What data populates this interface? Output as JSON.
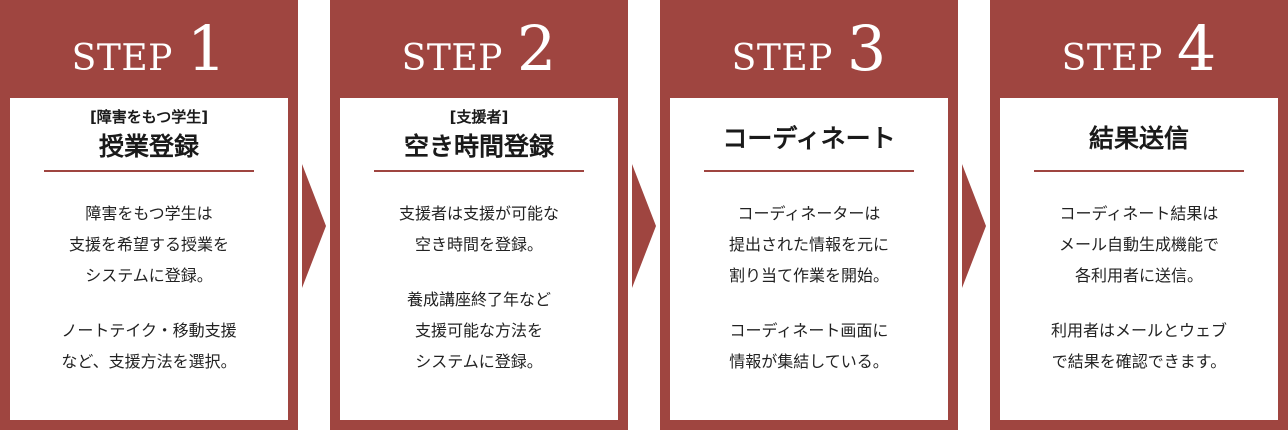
{
  "colors": {
    "accent": "#9f4540",
    "card": "#ffffff",
    "text": "#222222"
  },
  "steps": [
    {
      "label": "STEP",
      "number": "1",
      "subtitle": "[障害をもつ学生]",
      "title": "授業登録",
      "paragraphs": [
        [
          "障害をもつ学生は",
          "支援を希望する授業を",
          "システムに登録。"
        ],
        [
          "ノートテイク・移動支援",
          "など、支援方法を選択。"
        ]
      ]
    },
    {
      "label": "STEP",
      "number": "2",
      "subtitle": "[支援者]",
      "title": "空き時間登録",
      "paragraphs": [
        [
          "支援者は支援が可能な",
          "空き時間を登録。"
        ],
        [
          "養成講座終了年など",
          "支援可能な方法を",
          "システムに登録。"
        ]
      ]
    },
    {
      "label": "STEP",
      "number": "3",
      "subtitle": "",
      "title": "コーディネート",
      "paragraphs": [
        [
          "コーディネーターは",
          "提出された情報を元に",
          "割り当て作業を開始。"
        ],
        [
          "コーディネート画面に",
          "情報が集結している。"
        ]
      ]
    },
    {
      "label": "STEP",
      "number": "4",
      "subtitle": "",
      "title": "結果送信",
      "paragraphs": [
        [
          "コーディネート結果は",
          "メール自動生成機能で",
          "各利用者に送信。"
        ],
        [
          "利用者はメールとウェブ",
          "で結果を確認できます。"
        ]
      ]
    }
  ]
}
